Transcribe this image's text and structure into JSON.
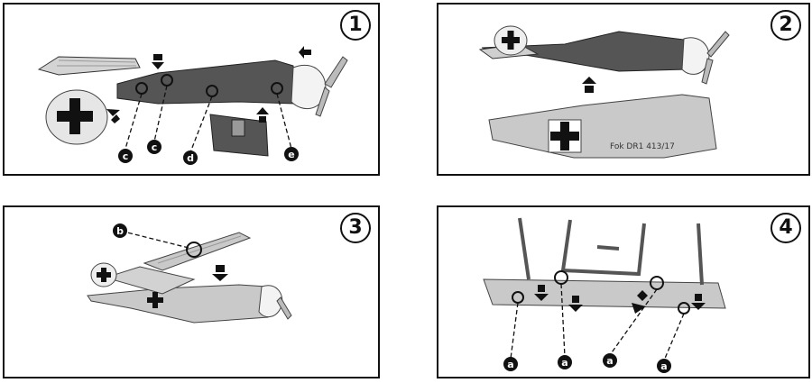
{
  "steps": [
    {
      "number": "1",
      "callouts": [
        "c",
        "c",
        "d",
        "e"
      ]
    },
    {
      "number": "2",
      "callouts": [],
      "fuselage_marking": "Fok DR1 413/17"
    },
    {
      "number": "3",
      "callouts": [
        "b"
      ]
    },
    {
      "number": "4",
      "callouts": [
        "a",
        "a",
        "a",
        "a"
      ]
    }
  ],
  "colors": {
    "outline": "#111111",
    "light_part": "#c9c9c9",
    "dark_part": "#555555",
    "callout_fill": "#111111"
  },
  "icons": [
    "arrow-icon",
    "iron-cross-icon",
    "propeller-icon",
    "callout-circle-icon"
  ]
}
